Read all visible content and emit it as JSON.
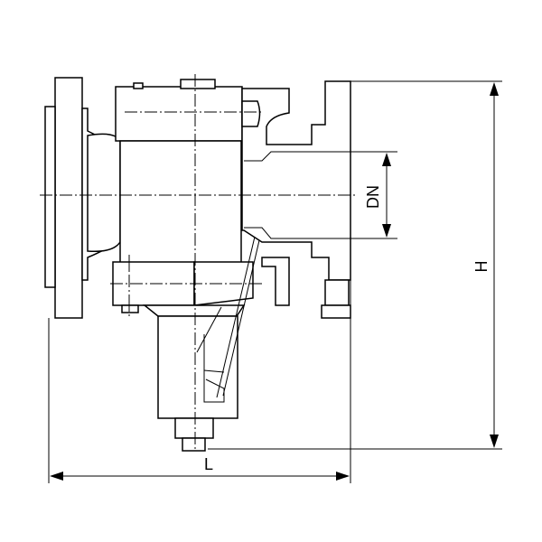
{
  "diagram": {
    "labels": {
      "dn": "DN",
      "height": "H",
      "length": "L"
    },
    "colors": {
      "line": "#000000",
      "background": "#ffffff"
    }
  }
}
